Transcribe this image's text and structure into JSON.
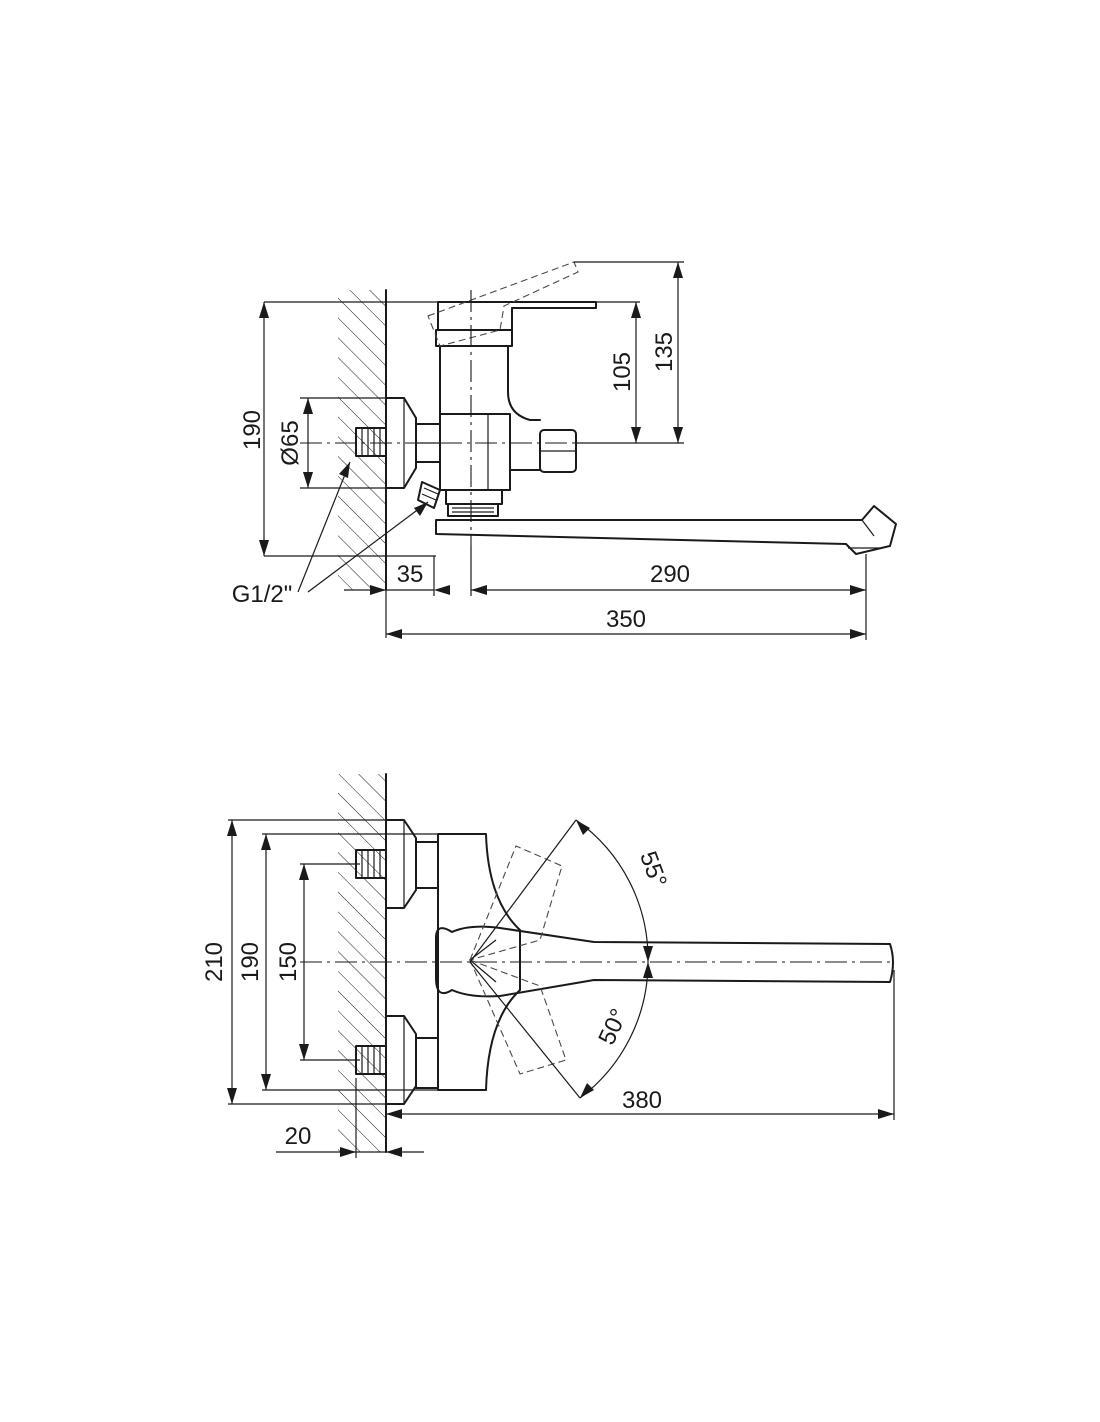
{
  "side_view": {
    "dimensions": {
      "height_total": "190",
      "diameter": "Ø65",
      "lever_height": "105",
      "lever_raised": "135",
      "thread": "G1/2\"",
      "offset": "35",
      "spout_reach": "290",
      "overall_length": "350"
    }
  },
  "top_view": {
    "dimensions": {
      "width_total": "210",
      "width_flange": "190",
      "inlet_spacing": "150",
      "wall_offset": "20",
      "spout_length": "380",
      "angle_up": "55°",
      "angle_down": "50°"
    }
  }
}
